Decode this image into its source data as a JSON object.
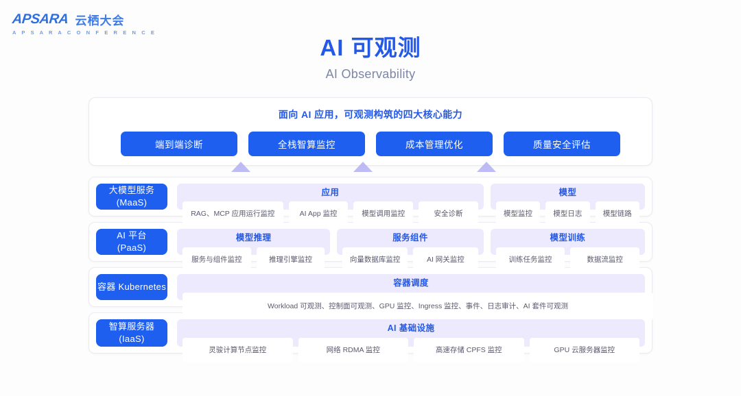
{
  "brand": {
    "name": "APSARA",
    "name_cn": "云栖大会",
    "tagline": "A P S A R A   C O N F E R E N C E"
  },
  "header": {
    "title": "AI 可观测",
    "subtitle": "AI Observability"
  },
  "capabilities": {
    "title": "面向 AI 应用，可观测构筑的四大核心能力",
    "buttons": [
      {
        "label": "端到端诊断"
      },
      {
        "label": "全栈智算监控"
      },
      {
        "label": "成本管理优化"
      },
      {
        "label": "质量安全评估"
      }
    ]
  },
  "colors": {
    "accent_blue": "#1f5ff0",
    "title_blue": "#2458e6",
    "panel_lavender": "#eceafc",
    "arrow_purple": "#a9a5f2",
    "subtitle_gray": "#7c86a8"
  },
  "layers": [
    {
      "badge_line1": "大模型服务",
      "badge_line2": "(MaaS)",
      "groups": [
        {
          "title": "应用",
          "chips": [
            "RAG、MCP 应用运行监控",
            "AI App 监控",
            "模型调用监控",
            "安全诊断"
          ]
        },
        {
          "title": "模型",
          "chips": [
            "模型监控",
            "模型日志",
            "模型链路"
          ]
        }
      ]
    },
    {
      "badge_line1": "AI 平台",
      "badge_line2": "(PaaS)",
      "groups": [
        {
          "title": "模型推理",
          "chips": [
            "服务与组件监控",
            "推理引擎监控"
          ]
        },
        {
          "title": "服务组件",
          "chips": [
            "向量数据库监控",
            "AI 网关监控"
          ]
        },
        {
          "title": "模型训练",
          "chips": [
            "训练任务监控",
            "数据流监控"
          ]
        }
      ]
    },
    {
      "badge_line1": "容器 Kubernetes",
      "badge_line2": "",
      "groups": [
        {
          "title": "容器调度",
          "chips": [
            "Workload 可观测、控制面可观测、GPU 监控、Ingress 监控、事件、日志审计、AI 套件可观测"
          ]
        }
      ]
    },
    {
      "badge_line1": "智算服务器",
      "badge_line2": "(IaaS)",
      "groups": [
        {
          "title": "AI 基础设施",
          "chips": [
            "灵骏计算节点监控",
            "网络 RDMA 监控",
            "高速存储 CPFS 监控",
            "GPU 云服务器监控"
          ]
        }
      ]
    }
  ]
}
